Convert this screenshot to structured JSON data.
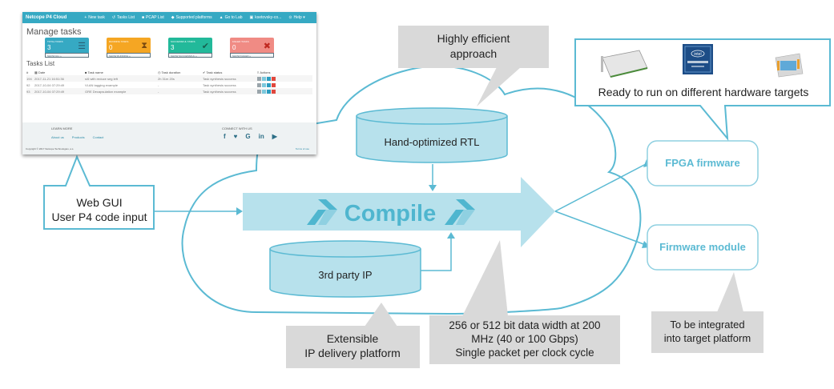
{
  "web_gui": {
    "brand": "Netcope P4 Cloud",
    "nav": [
      {
        "icon": "plus-icon",
        "glyph": "+",
        "label": "New task"
      },
      {
        "icon": "history-icon",
        "glyph": "↺",
        "label": "Tasks List"
      },
      {
        "icon": "file-icon",
        "glyph": "■",
        "label": "PCAP List"
      },
      {
        "icon": "tags-icon",
        "glyph": "◆",
        "label": "Supported platforms"
      },
      {
        "icon": "user-icon",
        "glyph": "▲",
        "label": "Go to Lab"
      },
      {
        "icon": "account-icon",
        "glyph": "▣",
        "label": "ksetovsky-co..."
      },
      {
        "icon": "help-icon",
        "glyph": "⊙",
        "label": "Help ▾"
      }
    ],
    "manage_title": "Manage tasks",
    "cards": [
      {
        "label": "TOTAL TASKS",
        "count": "3",
        "footer": "SHOW ALL »",
        "color": "#36a9c3",
        "icon": "list-icon",
        "glyph": "☰"
      },
      {
        "label": "RUNNING TASKS",
        "count": "0",
        "footer": "SHOW RUNNING »",
        "color": "#f5a623",
        "icon": "hourglass-icon",
        "glyph": "⧗"
      },
      {
        "label": "SUCCESSFUL TASKS",
        "count": "3",
        "footer": "SHOW SUCCESSFUL »",
        "color": "#22b99a",
        "icon": "check-icon",
        "glyph": "✔"
      },
      {
        "label": "FAILED TASKS",
        "count": "0",
        "footer": "SHOW FAILED »",
        "color": "#f08b84",
        "icon": "cross-icon",
        "glyph": "✖"
      }
    ],
    "tasks_title": "Tasks List",
    "table": {
      "headers": [
        "#",
        "Date",
        "Task name",
        "Task duration",
        "Task status",
        "Actions"
      ],
      "rows": [
        [
          "194",
          "2017-11-21 16:51:36",
          "s/6 with reduce seg left",
          "2h 31m 20s",
          "Task synthesis success"
        ],
        [
          "92",
          "2017-10-04 07:29:49",
          "VLAN tagging example",
          "-",
          "Task synthesis success"
        ],
        [
          "93",
          "2017-10-04 07:29:49",
          "GRE Decapsulation example",
          "-",
          "Task synthesis success"
        ]
      ],
      "action_colors": [
        "#9aa5ab",
        "#7cc8dc",
        "#2b9cc0",
        "#e0483e"
      ]
    },
    "footer": {
      "learn_more": "LEARN MORE",
      "links": [
        "About us",
        "Products",
        "Contact"
      ],
      "connect": "CONNECT WITH US",
      "social": [
        {
          "icon": "facebook-icon",
          "glyph": "f"
        },
        {
          "icon": "twitter-icon",
          "glyph": "♥"
        },
        {
          "icon": "google-plus-icon",
          "glyph": "G"
        },
        {
          "icon": "linkedin-icon",
          "glyph": "in"
        },
        {
          "icon": "youtube-icon",
          "glyph": "▶"
        }
      ],
      "copyright": "Copyright © 2017 Netcope Technologies, a.s.",
      "terms": "Terms of use"
    }
  },
  "diagram": {
    "web_gui_callout": [
      "Web GUI",
      "User P4 code input"
    ],
    "efficient_callout": [
      "Highly efficient",
      "approach"
    ],
    "rtl_db": "Hand-optimized RTL",
    "ip_db": "3rd party IP",
    "compile": "Compile",
    "extensible_callout": [
      "Extensible",
      "IP delivery platform"
    ],
    "datawidth_callout": [
      "256 or 512 bit data width at 200",
      "MHz (40 or 100 Gbps)",
      "Single packet per clock cycle"
    ],
    "hardware_text": "Ready to run on different hardware targets",
    "fpga_firmware": "FPGA firmware",
    "firmware_module": "Firmware module",
    "integrate_callout": [
      "To be integrated",
      "into target platform"
    ],
    "colors": {
      "accent": "#5bbad3",
      "fill": "#b7e1ec",
      "callout_gray": "#d9d9d9",
      "chevron": "#4fb6cf"
    }
  }
}
